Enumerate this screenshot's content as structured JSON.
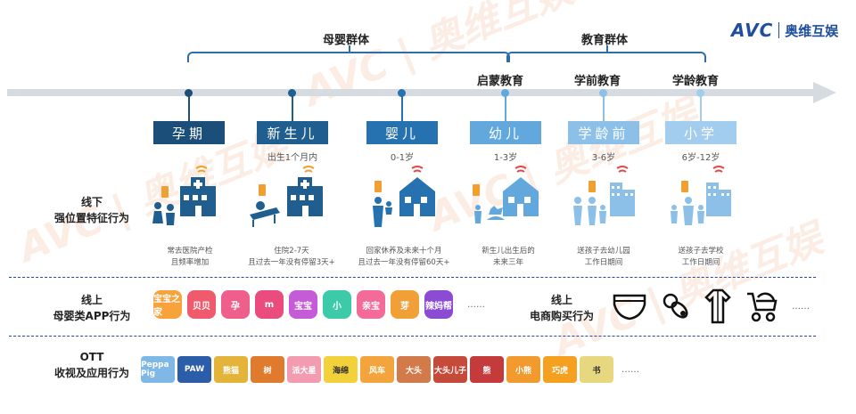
{
  "logo": {
    "mark": "AVC",
    "name": "奥维互娱"
  },
  "watermark": "AVC | 奥维互娱",
  "groups": [
    {
      "label": "母婴群体"
    },
    {
      "label": "教育群体"
    }
  ],
  "education_labels": [
    "启蒙教育",
    "学前教育",
    "学龄教育"
  ],
  "stages": [
    {
      "label": "孕期",
      "color": "#1b4f7a",
      "range": "",
      "desc": [
        "常去医院产检",
        "且频率增加"
      ]
    },
    {
      "label": "新生儿",
      "color": "#1f5e8e",
      "range": "出生1个月内",
      "desc": [
        "住院2-7天",
        "且过去一年没有停留3天+"
      ]
    },
    {
      "label": "婴儿",
      "color": "#2671b0",
      "range": "0-1岁",
      "desc": [
        "回家休养及未来十个月",
        "且过去一年没有停留60天+"
      ]
    },
    {
      "label": "幼儿",
      "color": "#63a8dc",
      "range": "1-3岁",
      "desc": [
        "新生儿出生后的",
        "未来三年"
      ]
    },
    {
      "label": "学龄前",
      "color": "#8dc0e8",
      "range": "3-6岁",
      "desc": [
        "送孩子去幼儿园",
        "工作日期间"
      ]
    },
    {
      "label": "小学",
      "color": "#a3cdee",
      "range": "6岁-12岁",
      "desc": [
        "送孩子去学校",
        "工作日期间"
      ]
    }
  ],
  "rows": {
    "offline": {
      "line1": "线下",
      "line2": "强位置特征行为"
    },
    "online": {
      "line1": "线上",
      "line2": "母婴类APP行为"
    },
    "ecommerce": {
      "line1": "线上",
      "line2": "电商购买行为"
    },
    "ott": {
      "line1": "OTT",
      "line2": "收视及应用行为"
    }
  },
  "apps": [
    {
      "name": "宝宝之家",
      "color": "#f7a23b"
    },
    {
      "name": "贝贝",
      "color": "#ef5b6d"
    },
    {
      "name": "孕",
      "color": "#ee5f8c"
    },
    {
      "name": "m",
      "color": "#e94c7d"
    },
    {
      "name": "宝宝",
      "color": "#c55bd6"
    },
    {
      "name": "小",
      "color": "#3ccaa9"
    },
    {
      "name": "亲宝",
      "color": "#f46b9a"
    },
    {
      "name": "芽",
      "color": "#f1a038"
    },
    {
      "name": "辣妈帮",
      "color": "#8b4bd3"
    }
  ],
  "ecommerce_icons": [
    "diaper-icon",
    "pacifier-icon",
    "baby-clothes-icon",
    "stroller-icon"
  ],
  "ott_items": [
    {
      "name": "Peppa Pig",
      "color": "#7fb8e6"
    },
    {
      "name": "PAW",
      "color": "#2c5da8"
    },
    {
      "name": "熊猫",
      "color": "#e4b43a"
    },
    {
      "name": "树",
      "color": "#e07b2e"
    },
    {
      "name": "派大星",
      "color": "#f39bb1"
    },
    {
      "name": "海绵",
      "color": "#f2d13a"
    },
    {
      "name": "风车",
      "color": "#f3a43c"
    },
    {
      "name": "大头",
      "color": "#d37a4b"
    },
    {
      "name": "大头儿子",
      "color": "#c64a3a"
    },
    {
      "name": "熊",
      "color": "#c53a3a"
    },
    {
      "name": "小熊",
      "color": "#f29a2e"
    },
    {
      "name": "巧虎",
      "color": "#f5a01f"
    },
    {
      "name": "书",
      "color": "#e7d77f"
    }
  ],
  "ellipsis": "……"
}
